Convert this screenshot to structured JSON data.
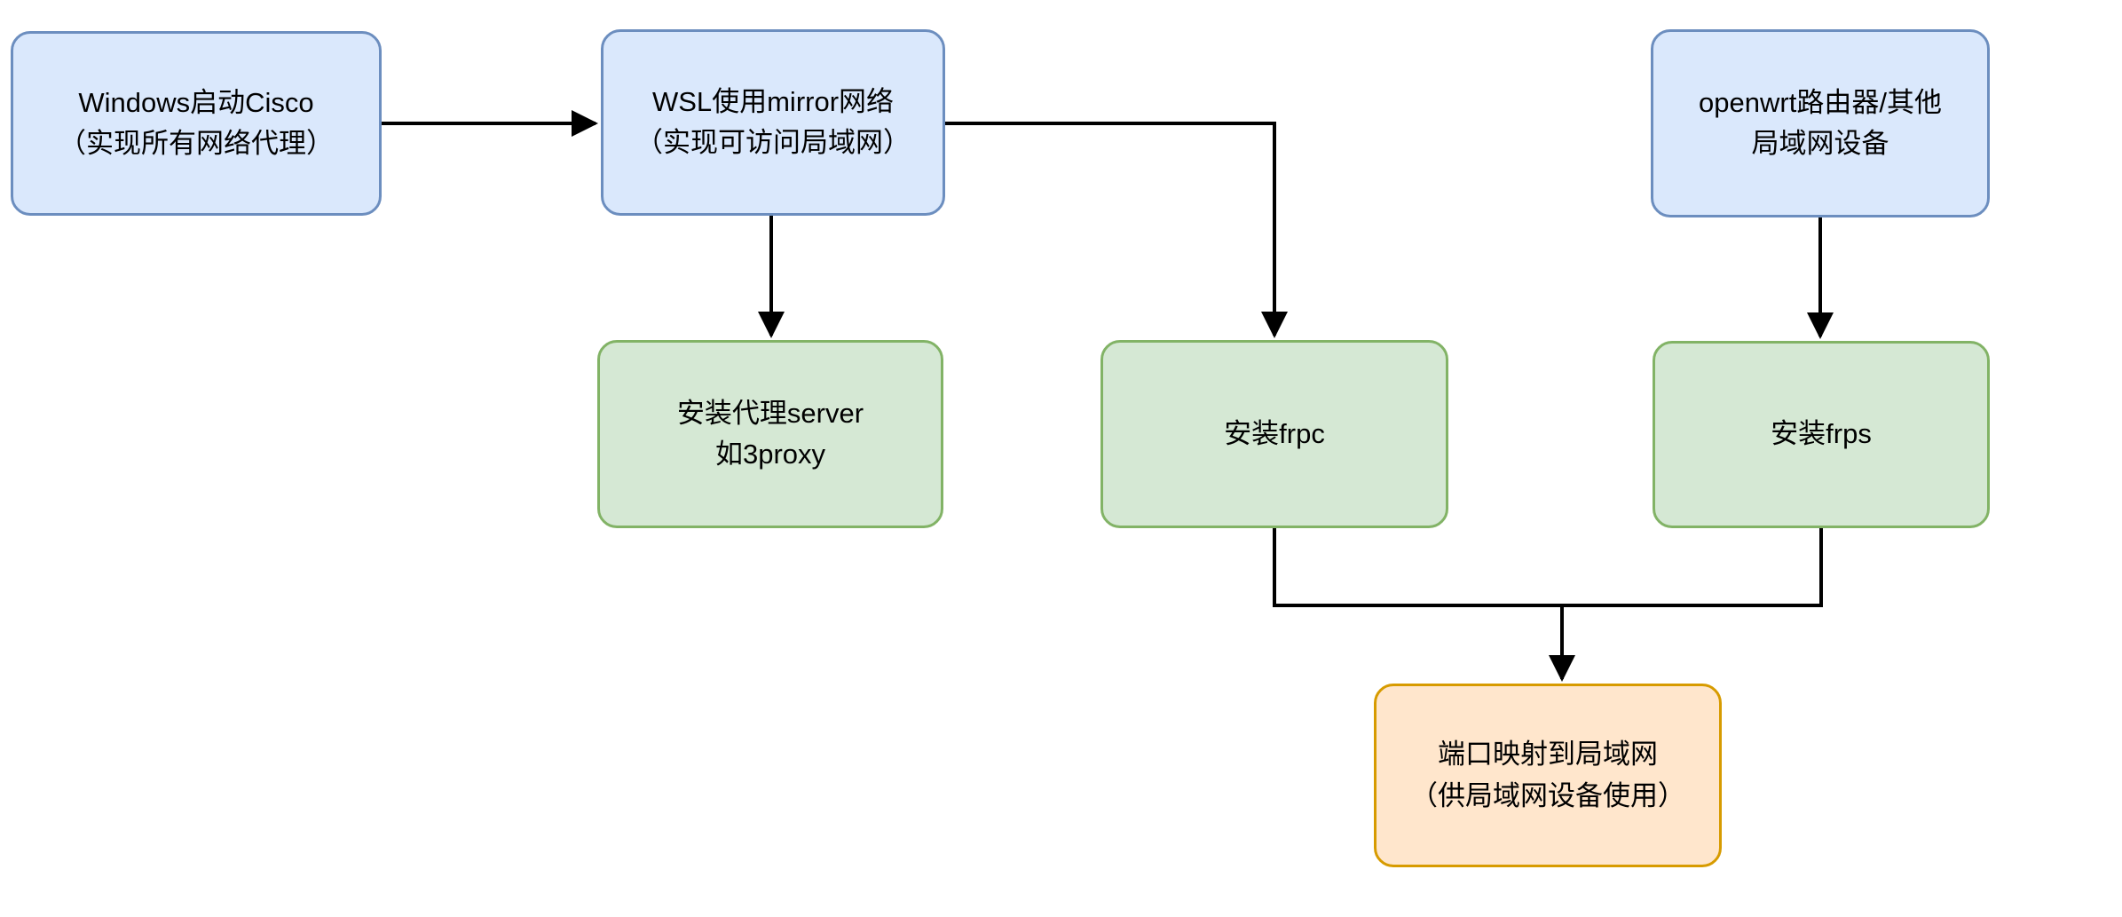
{
  "diagram": {
    "background": "#ffffff",
    "colors": {
      "blue_fill": "#dae8fc",
      "blue_border": "#6c8ebf",
      "green_fill": "#d5e8d4",
      "green_border": "#82b366",
      "orange_fill": "#ffe6cc",
      "orange_border": "#d79b00",
      "arrow": "#000000",
      "text": "#000000"
    },
    "nodes": [
      {
        "id": "windows-cisco",
        "kind": "blue",
        "label": "Windows启动Cisco\n（实现所有网络代理）"
      },
      {
        "id": "wsl-mirror",
        "kind": "blue",
        "label": "WSL使用mirror网络\n（实现可访问局域网）"
      },
      {
        "id": "openwrt",
        "kind": "blue",
        "label": "openwrt路由器/其他\n局域网设备"
      },
      {
        "id": "proxy-server",
        "kind": "green",
        "label": "安装代理server\n如3proxy"
      },
      {
        "id": "install-frpc",
        "kind": "green",
        "label": "安装frpc"
      },
      {
        "id": "install-frps",
        "kind": "green",
        "label": "安装frps"
      },
      {
        "id": "port-mapping",
        "kind": "orange",
        "label": "端口映射到局域网\n（供局域网设备使用）"
      }
    ],
    "edges": [
      {
        "from": "windows-cisco",
        "to": "wsl-mirror"
      },
      {
        "from": "wsl-mirror",
        "to": "proxy-server"
      },
      {
        "from": "wsl-mirror",
        "to": "install-frpc"
      },
      {
        "from": "openwrt",
        "to": "install-frps"
      },
      {
        "from": "install-frpc",
        "to": "port-mapping"
      },
      {
        "from": "install-frps",
        "to": "port-mapping"
      }
    ]
  }
}
